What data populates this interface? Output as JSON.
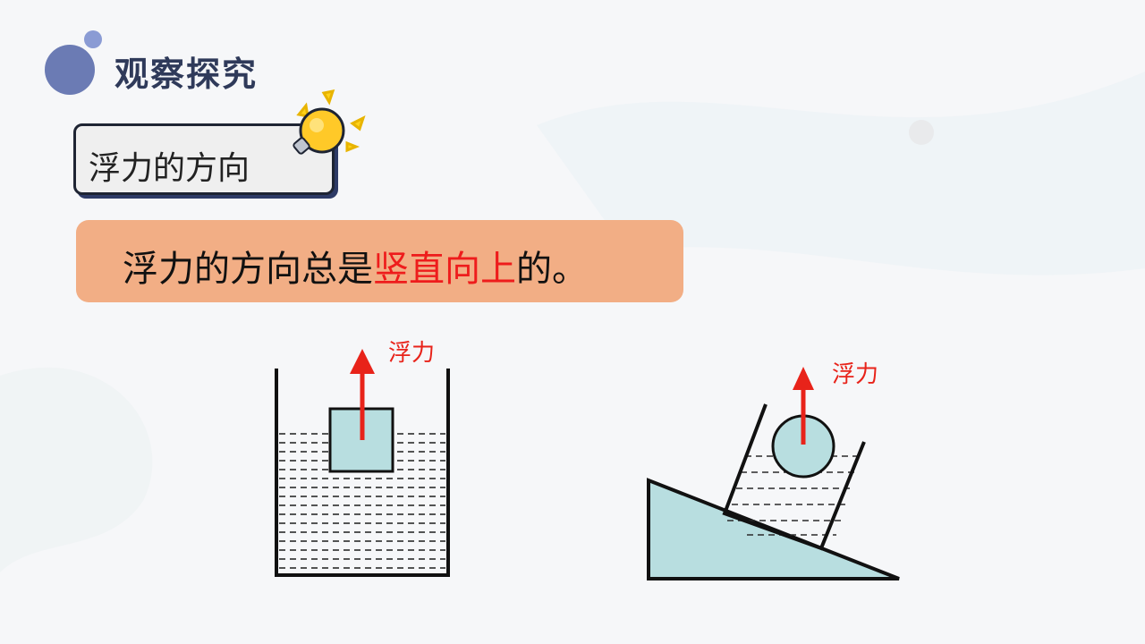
{
  "section": {
    "title": "观察探究"
  },
  "topic": {
    "label": "浮力的方向"
  },
  "statement": {
    "prefix": "浮力的方向总是",
    "highlight": "竖直向上",
    "suffix": "的。"
  },
  "diagram_left": {
    "force_label": "浮力"
  },
  "diagram_right": {
    "force_label": "浮力"
  },
  "colors": {
    "accent_dot": "#6b7bb4",
    "statement_bg": "#f2ae85",
    "highlight": "#ee1c1c",
    "object_fill": "#b8dee0",
    "arrow": "#e8231a"
  },
  "icons": [
    "light-bulb-icon"
  ]
}
